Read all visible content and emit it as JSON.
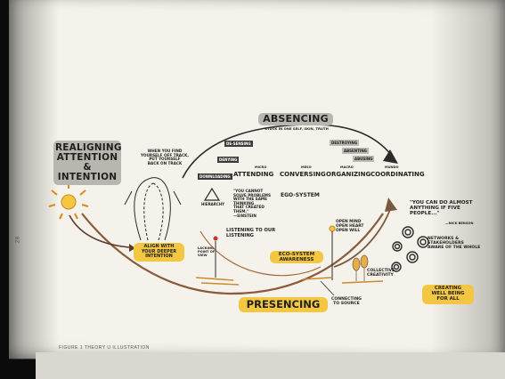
{
  "diagram": {
    "absencing": {
      "title": "ABSENCING",
      "subtitle": "STUCK IN ONE SELF, SKIN, TRUTH"
    },
    "realigning": {
      "title": "REALIGNING\nATTENTION &\nINTENTION"
    },
    "track_note": "WHEN YOU FIND\nYOURSELF OFF TRACK,\nPUT YOURSELF\nBACK ON TRACK",
    "align_box": "ALIGN WITH\nYOUR DEEPER\nINTENTION",
    "levels": {
      "micro_label": "MICRO",
      "micro_text": "ATTENDING",
      "meso_label": "MESO",
      "meso_text": "CONVERSING",
      "macro_label": "MACRO",
      "macro_text": "ORGANIZING",
      "mundo_label": "MUNDO",
      "mundo_text": "COORDINATING"
    },
    "left_tags": [
      "DE-SENSING",
      "DENYING",
      "DOWNLOADING"
    ],
    "right_tags": [
      "DESTROYING",
      "ABSENTING",
      "ABUSING"
    ],
    "hierarchy": "HIERARCHY",
    "quote_einstein": "\"YOU CANNOT\nSOLVE PROBLEMS\nWITH THE SAME\nTHINKING\nTHAT CREATED\nTHEM.\"\n—EINSTEIN",
    "ego_system": "EGO-SYSTEM",
    "listening": "LISTENING TO OUR\nLISTENING",
    "eco_system_box": "ECO-SYSTEM\nAWARENESS",
    "open": "OPEN MIND\nOPEN HEART\nOPEN WILL",
    "lacking_view": "LACKING\nPOINT of\nVIEW",
    "collective": "COLLECTIVE\nCREATIVITY",
    "connecting": "CONNECTING\nto SOURCE",
    "presencing": "PRESENCING",
    "quote_benson": "\"YOU CAN DO ALMOST\nANYTHING IF FIVE\nPEOPLE...\"",
    "benson_attr": "—NICK BENSON",
    "networks": "NETWORKS &\nSTAKEHOLDERS\nAWARE of the WHOLE",
    "creating_box": "CREATING\nWELL BEING\nfor ALL",
    "page_number": "28",
    "caption": "FIGURE 1 THEORY U ILLUSTRATION"
  },
  "colors": {
    "yellow": "#f3c742",
    "grey": "#b9b6b0",
    "ink": "#1f1f1f",
    "orange": "#d98a1f",
    "brown": "#8a5a3c"
  }
}
